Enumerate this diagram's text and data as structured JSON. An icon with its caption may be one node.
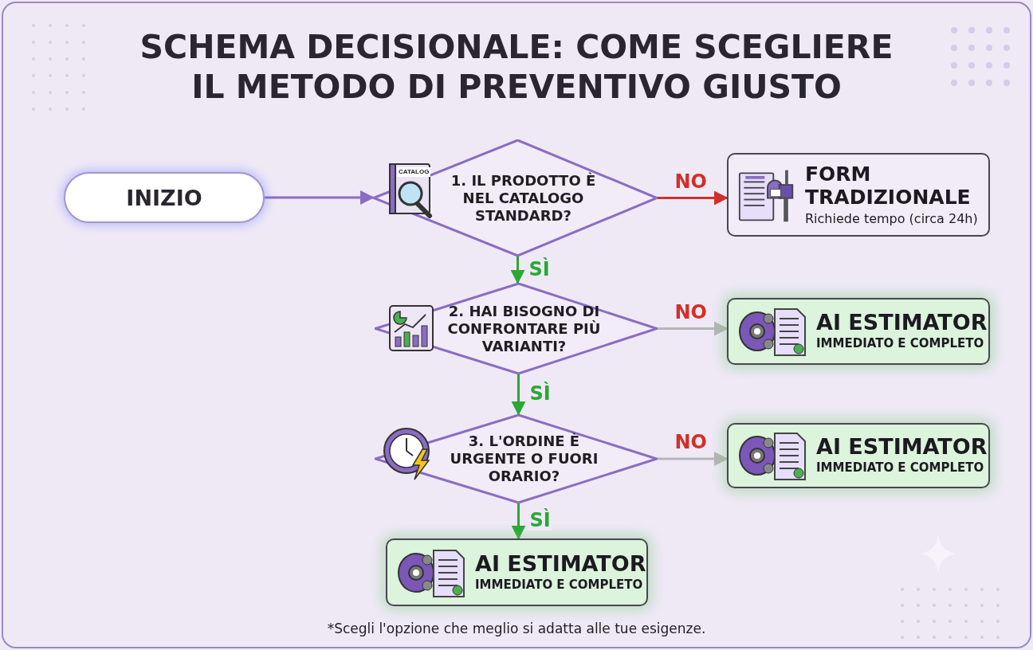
{
  "diagram": {
    "title": "SCHEMA DECISIONALE: COME SCEGLIERE IL METODO DI PREVENTIVO GIUSTO",
    "caption": "*Scegli l'opzione che meglio si adatta alle tue esigenze.",
    "nodes": [
      {
        "text": [
          "INIZIO"
        ]
      },
      {
        "text": [
          "1. IL PRODOTTO È NEL CATALOGO STANDARD?"
        ]
      },
      {
        "text": [
          "FORM TRADIZIONALE",
          "Richiede tempo (circa 24h)"
        ]
      },
      {
        "text": [
          "2. HAI BISOGNO DI CONFRONTARE PIÙ VARIANTI?"
        ]
      },
      {
        "text": [
          "AI ESTIMATOR",
          "IMMEDIATO E COMPLETO"
        ]
      },
      {
        "text": [
          "3. L'ORDINE È URGENTE O FUORI ORARIO?"
        ]
      },
      {
        "text": [
          "AI ESTIMATOR",
          "IMMEDIATO E COMPLETO"
        ]
      },
      {
        "text": [
          "AI ESTIMATOR",
          "IMMEDIATO E COMPLETO"
        ]
      }
    ],
    "edges": [
      {
        "from": 0,
        "to": 1,
        "arrow": "to",
        "color": "#8a6cc4"
      },
      {
        "from": 1,
        "to": 2,
        "arrow": "to",
        "label": "NO",
        "color": "#d0302a"
      },
      {
        "from": 1,
        "to": 3,
        "arrow": "to",
        "label": "SÌ",
        "color": "#2aa836"
      },
      {
        "from": 3,
        "to": 4,
        "arrow": "to",
        "label": "NO",
        "color": "#b5b5b8"
      },
      {
        "from": 3,
        "to": 5,
        "arrow": "to",
        "label": "SÌ",
        "color": "#2aa836"
      },
      {
        "from": 5,
        "to": 6,
        "arrow": "to",
        "label": "NO",
        "color": "#b5b5b8"
      },
      {
        "from": 5,
        "to": 7,
        "arrow": "to",
        "label": "SÌ",
        "color": "#2aa836"
      }
    ],
    "labels": [
      "CATALOG"
    ]
  }
}
